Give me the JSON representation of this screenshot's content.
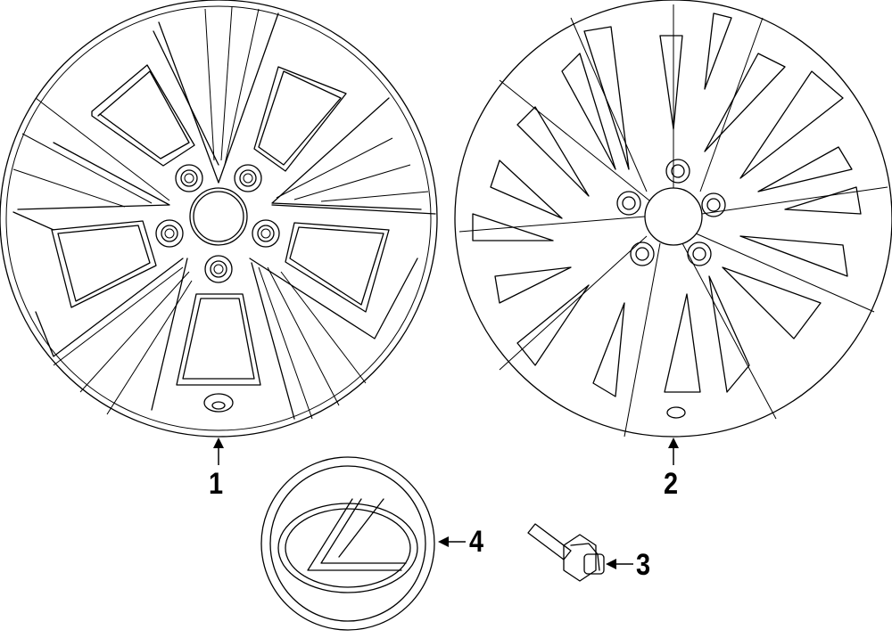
{
  "diagram": {
    "type": "parts-exploded-view",
    "subject": "Wheels",
    "colors": {
      "line": "#000000",
      "background": "#ffffff"
    },
    "parts": [
      {
        "callout": "1",
        "name": "wheel-5-spoke",
        "description": "Alloy wheel, 5 twin-spoke design"
      },
      {
        "callout": "2",
        "name": "wheel-multi-spoke",
        "description": "Alloy wheel, 15 multi-spoke design"
      },
      {
        "callout": "3",
        "name": "lug-nut",
        "description": "Wheel lug bolt / nut"
      },
      {
        "callout": "4",
        "name": "center-cap",
        "description": "Center cap with emblem"
      }
    ]
  }
}
